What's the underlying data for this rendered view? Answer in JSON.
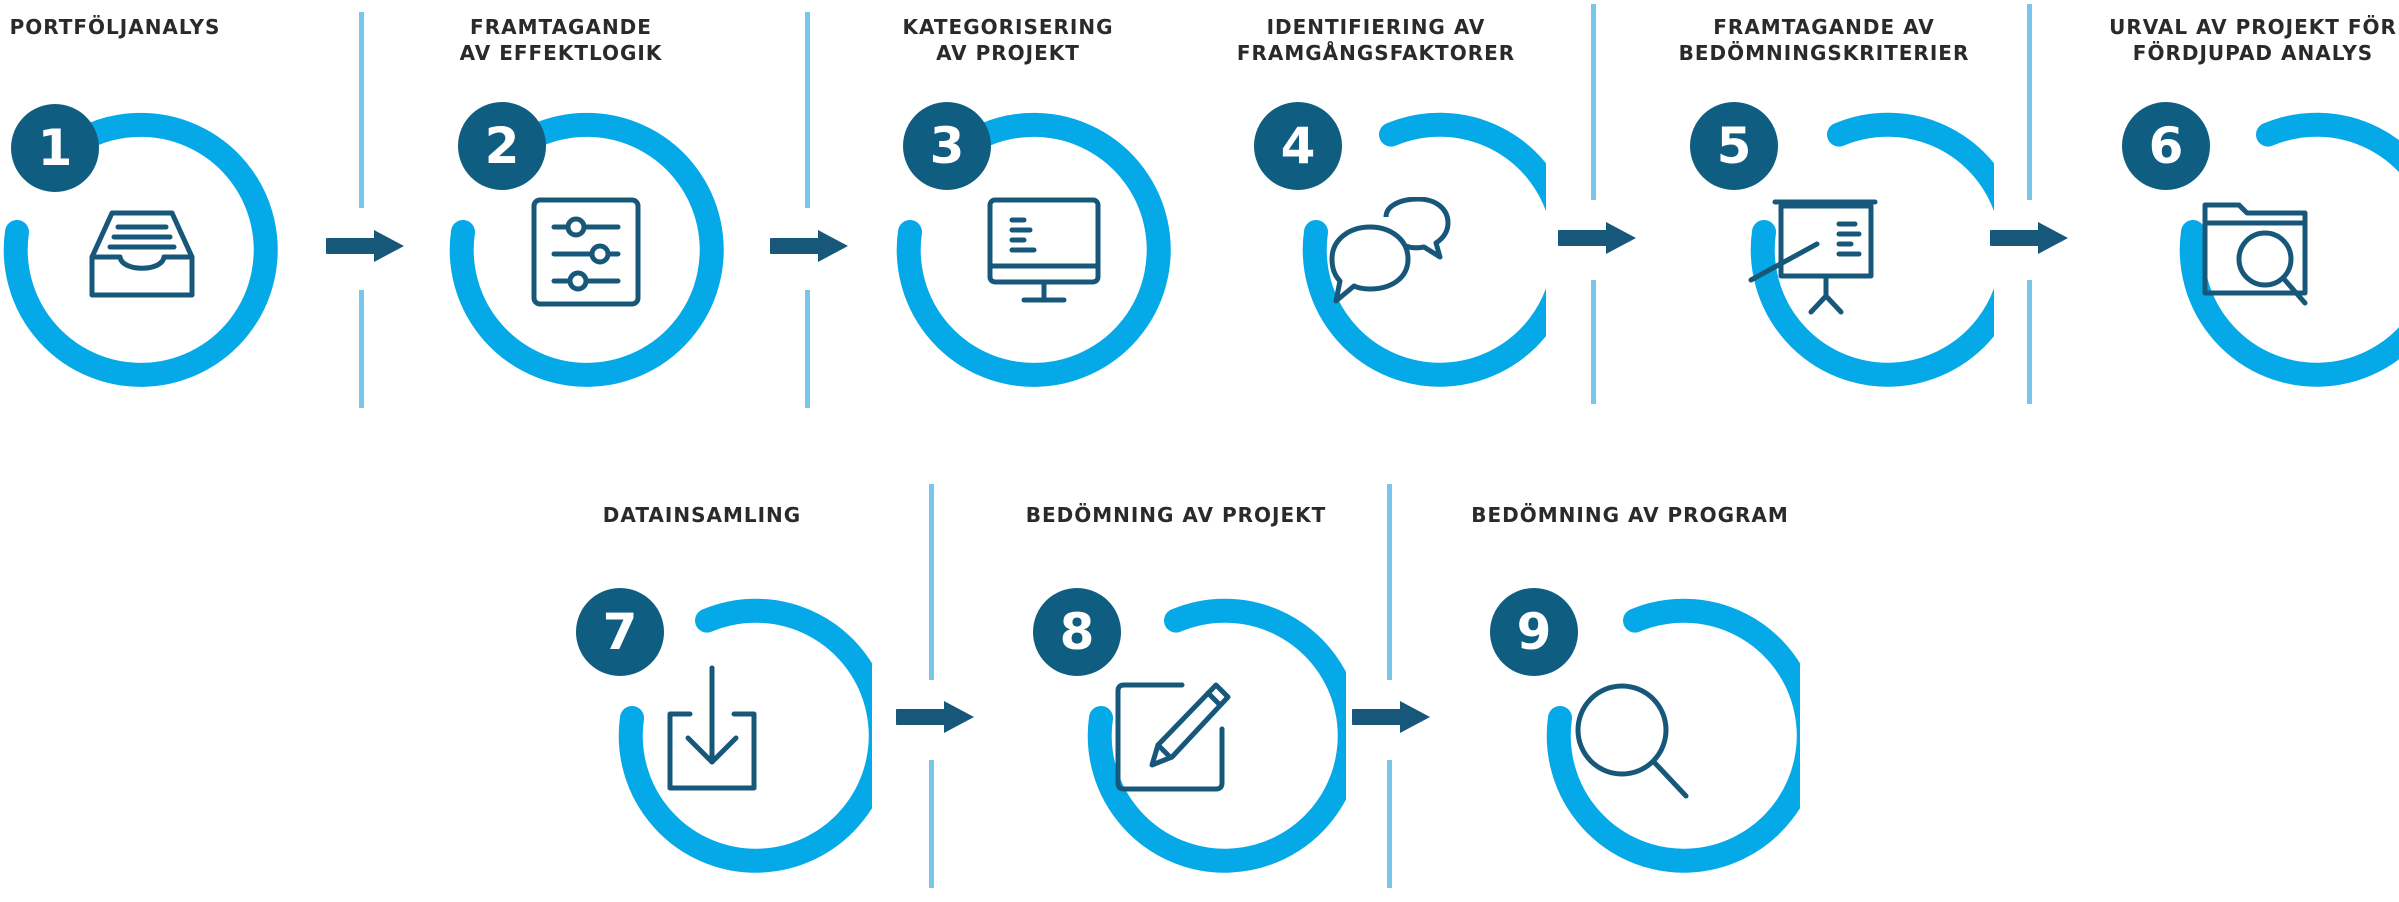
{
  "colors": {
    "ring": "#05a9e8",
    "badge": "#0f5d80",
    "icon": "#17587a",
    "divider": "#76c7ea",
    "arrow": "#17587a"
  },
  "steps": [
    {
      "number": "1",
      "title": "PORTFÖLJANALYS",
      "icon": "inbox-tray-icon"
    },
    {
      "number": "2",
      "title": "FRAMTAGANDE\nAV EFFEKTLOGIK",
      "icon": "sliders-icon"
    },
    {
      "number": "3",
      "title": "KATEGORISERING\nAV PROJEKT",
      "icon": "monitor-icon"
    },
    {
      "number": "4",
      "title": "IDENTIFIERING AV\nFRAMGÅNGSFAKTORER",
      "icon": "chat-bubbles-icon"
    },
    {
      "number": "5",
      "title": "FRAMTAGANDE AV\nBEDÖMNINGSKRITERIER",
      "icon": "presentation-board-icon"
    },
    {
      "number": "6",
      "title": "URVAL AV PROJEKT FÖR\nFÖRDJUPAD ANALYS",
      "icon": "folder-search-icon"
    },
    {
      "number": "7",
      "title": "DATAINSAMLING",
      "icon": "download-icon"
    },
    {
      "number": "8",
      "title": "BEDÖMNING AV PROJEKT",
      "icon": "edit-pencil-icon"
    },
    {
      "number": "9",
      "title": "BEDÖMNING AV PROGRAM",
      "icon": "magnifier-icon"
    }
  ]
}
